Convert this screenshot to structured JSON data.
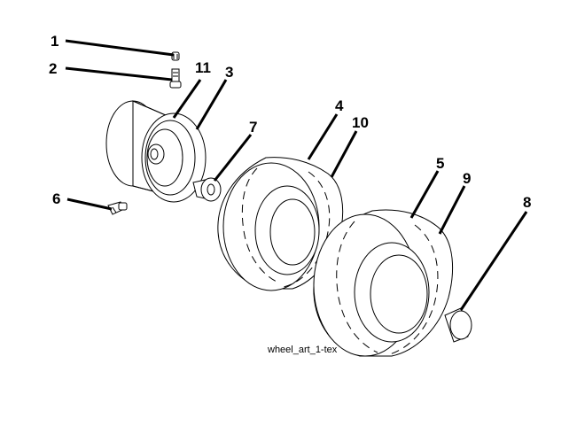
{
  "diagram": {
    "caption": "wheel_art_1-tex",
    "callouts": [
      {
        "id": "1",
        "label": "1"
      },
      {
        "id": "2",
        "label": "2"
      },
      {
        "id": "3",
        "label": "3"
      },
      {
        "id": "4",
        "label": "4"
      },
      {
        "id": "5",
        "label": "5"
      },
      {
        "id": "6",
        "label": "6"
      },
      {
        "id": "7",
        "label": "7"
      },
      {
        "id": "8",
        "label": "8"
      },
      {
        "id": "9",
        "label": "9"
      },
      {
        "id": "10",
        "label": "10"
      },
      {
        "id": "11",
        "label": "11"
      }
    ]
  }
}
